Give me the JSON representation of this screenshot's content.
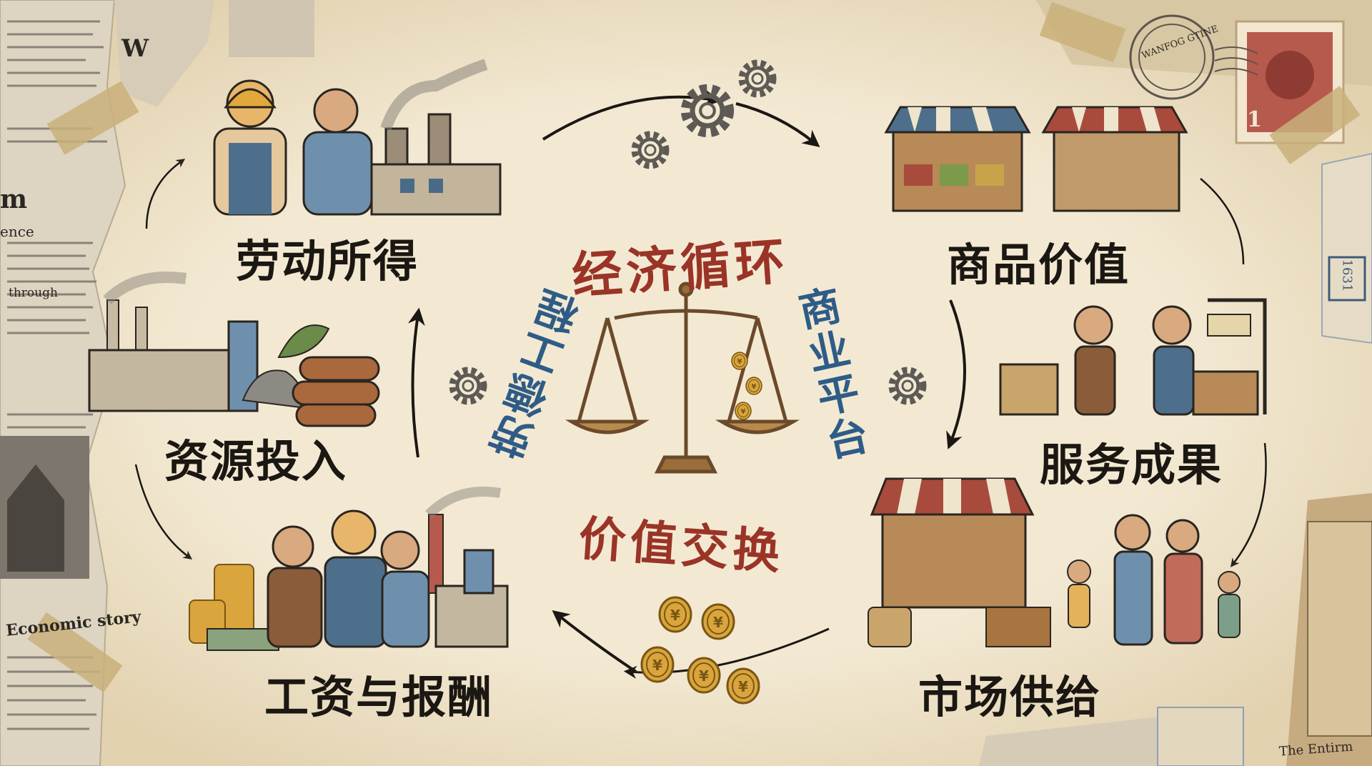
{
  "center": {
    "top": "经济循环",
    "bottom": "价值交换",
    "left": "劳德工程",
    "right": "商业平台"
  },
  "nodes": {
    "labor": "劳动所得",
    "resources": "资源投入",
    "wages": "工资与报酬",
    "goods": "商品价值",
    "services": "服务成果",
    "market": "市场供给"
  },
  "clippings": {
    "headline_left": "Economic story",
    "snippet_w": "W",
    "snippet_m": "m",
    "snippet_ence": "ence",
    "snippet_through": "through",
    "stamp_value": "1",
    "postmark": "WANFOG GTINE",
    "label_tag": "1631",
    "bottom_right": "The Entirm"
  },
  "colors": {
    "red": "#9a3426",
    "blue": "#2f5c86",
    "ink": "#1b1712",
    "paper": "#efe4cc"
  }
}
